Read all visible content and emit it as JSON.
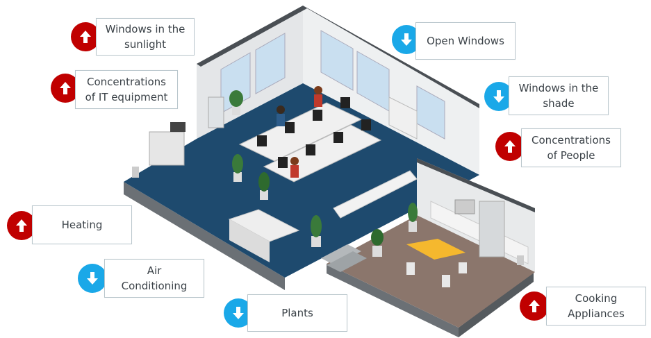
{
  "factors": [
    {
      "id": "windows-sunlight",
      "text": "Windows in the\nsunlight",
      "direction": "up"
    },
    {
      "id": "it-equipment",
      "text": "Concentrations\nof IT equipment",
      "direction": "up"
    },
    {
      "id": "heating",
      "text": "Heating",
      "direction": "up"
    },
    {
      "id": "air-conditioning",
      "text": "Air\nConditioning",
      "direction": "down"
    },
    {
      "id": "plants",
      "text": "Plants",
      "direction": "down"
    },
    {
      "id": "open-windows",
      "text": "Open Windows",
      "direction": "down"
    },
    {
      "id": "windows-shade",
      "text": "Windows in the\nshade",
      "direction": "down"
    },
    {
      "id": "people",
      "text": "Concentrations\nof People",
      "direction": "up"
    },
    {
      "id": "cooking",
      "text": "Cooking\nAppliances",
      "direction": "up"
    }
  ],
  "colors": {
    "increase": "#c00000",
    "decrease": "#1aa8e8",
    "floor": "#1e4a6e",
    "kitchen_floor": "#8b766c"
  }
}
